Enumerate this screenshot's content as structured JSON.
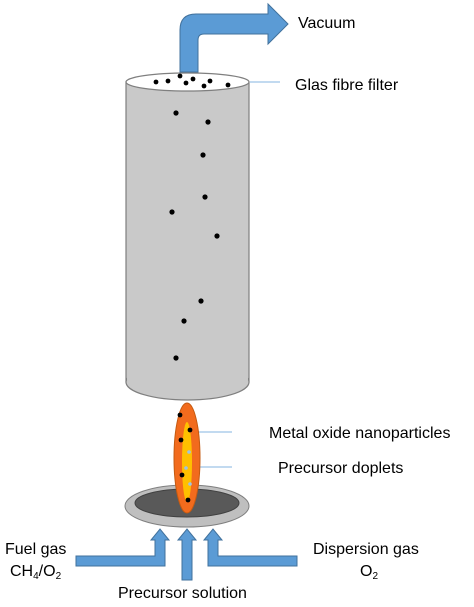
{
  "labels": {
    "vacuum": "Vacuum",
    "filter": "Glas fibre filter",
    "nanoparticles": "Metal oxide nanoparticles",
    "droplets": "Precursor doplets",
    "fuel_gas": "Fuel gas",
    "fuel_gas_formula": {
      "a": "CH",
      "a_sub": "4",
      "slash": "/O",
      "b_sub": "2"
    },
    "dispersion_gas": "Dispersion gas",
    "dispersion_formula": {
      "a": "O",
      "a_sub": "2"
    },
    "precursor_solution": "Precursor solution"
  },
  "colors": {
    "arrow": "#5b9bd5",
    "arrow_outline": "#41719c",
    "chamber_fill": "#c9c9c9",
    "chamber_top": "#e6e6e6",
    "outline": "#7f7f7f",
    "flame_outer": "#f26b1d",
    "flame_inner": "#ffc000",
    "flame_core": "#9dc3e6",
    "burner_outer": "#bfbfbf",
    "burner_inner": "#595959",
    "particle": "#000000",
    "leader": "#9dc3e6"
  }
}
